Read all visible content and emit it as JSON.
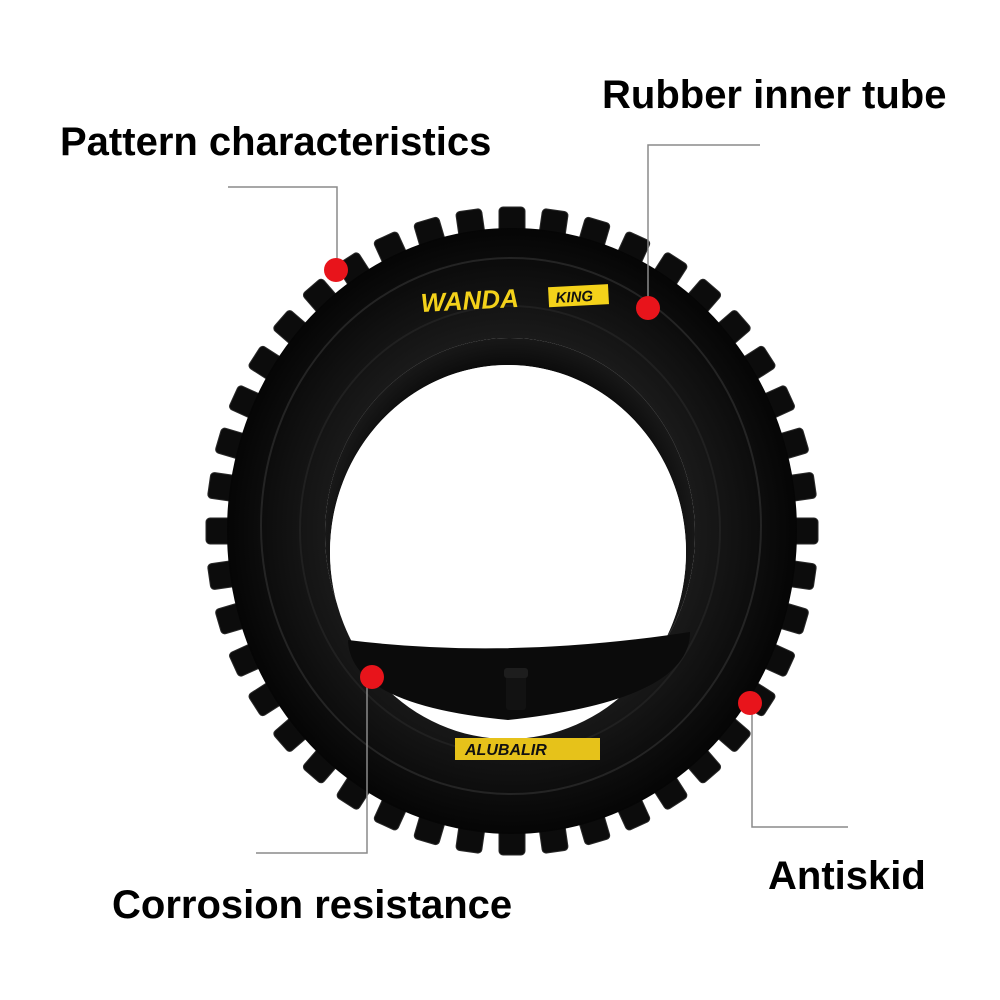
{
  "callouts": {
    "pattern": "Pattern characteristics",
    "tube": "Rubber inner tube",
    "corrosion": "Corrosion resistance",
    "antiskid": "Antiskid"
  },
  "tire": {
    "brand": "WANDA",
    "brand_sub": "KING",
    "tube_brand": "ALUBALIR"
  },
  "colors": {
    "background": "#ffffff",
    "tire": "#111111",
    "marker": "#e8141b",
    "brand_yellow": "#f4d21a",
    "leader_line": "#8a8a8a"
  }
}
